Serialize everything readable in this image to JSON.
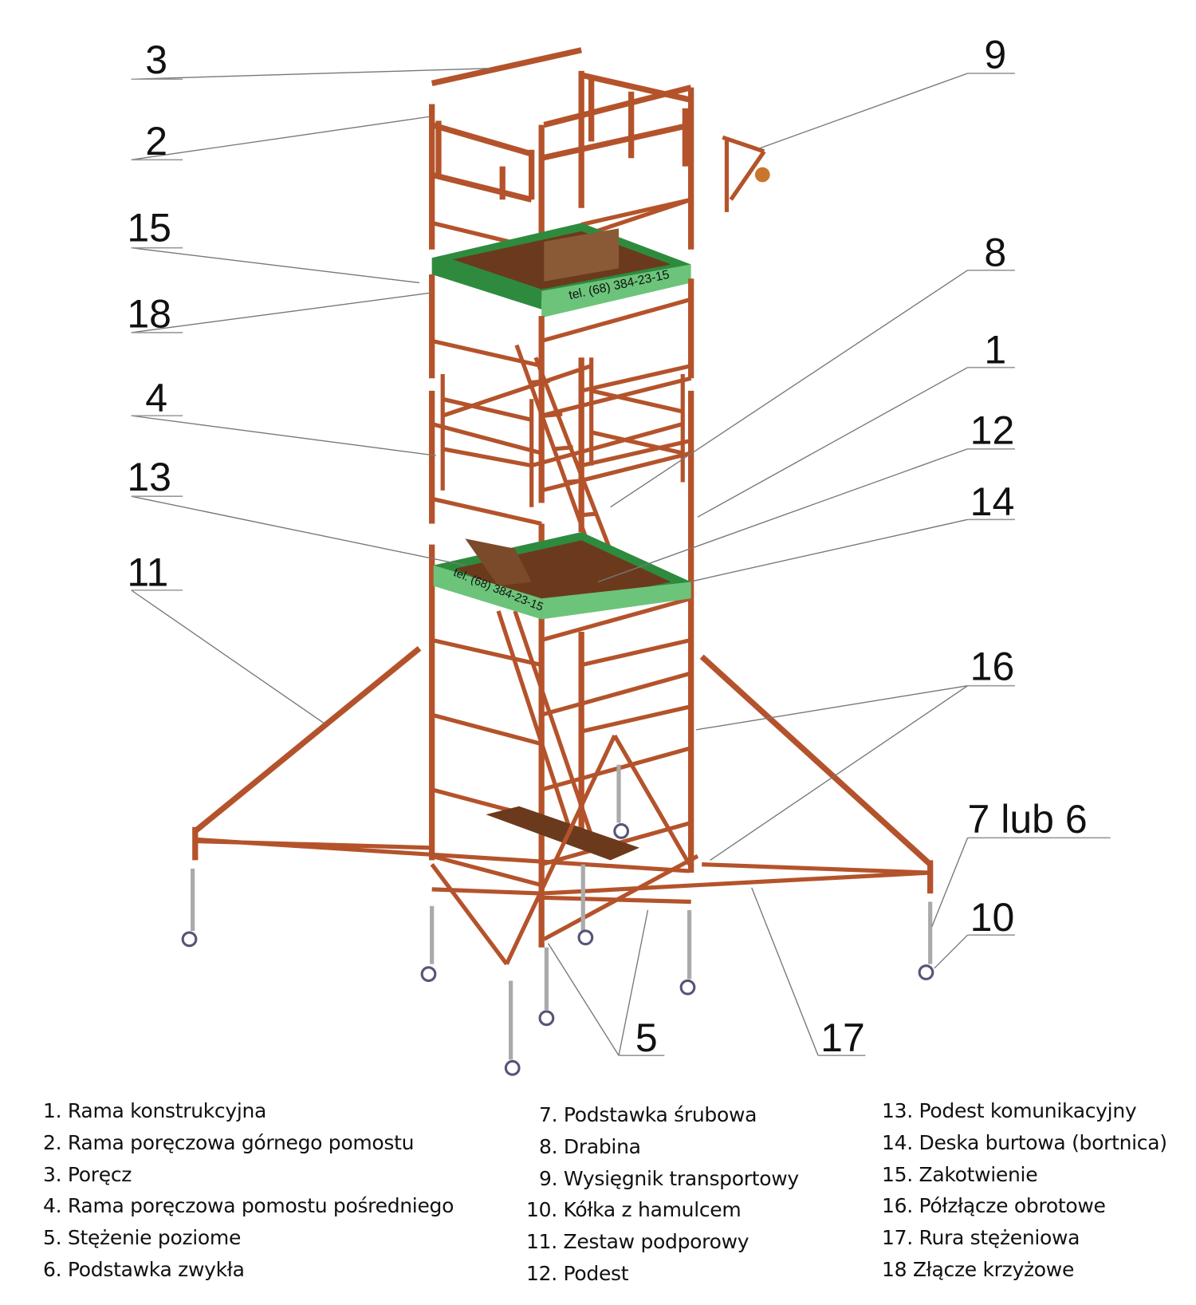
{
  "callouts": {
    "c3": "3",
    "c2": "2",
    "c15": "15",
    "c18": "18",
    "c4": "4",
    "c13": "13",
    "c11": "11",
    "c9": "9",
    "c8": "8",
    "c1": "1",
    "c12": "12",
    "c14": "14",
    "c16": "16",
    "c7or6": "7 lub 6",
    "c10": "10",
    "c5": "5",
    "c17": "17"
  },
  "platform_text": "tel. (68) 384-23-15",
  "legend": {
    "col1": [
      "1. Rama konstrukcyjna",
      "2. Rama poręczowa górnego  pomostu",
      "3. Poręcz",
      "4. Rama poręczowa pomostu  pośredniego",
      "5. Stężenie poziome",
      "6. Podstawka zwykła"
    ],
    "col2": [
      "7. Podstawka śrubowa",
      "8. Drabina",
      "9. Wysięgnik transportowy",
      "10. Kółka z hamulcem",
      "11. Zestaw podporowy",
      "12. Podest"
    ],
    "col3": [
      "13. Podest komunikacyjny",
      "14. Deska burtowa (bortnica)",
      "15. Zakotwienie",
      "16. Półzłącze obrotowe",
      "17. Rura stężeniowa",
      "18 Złącze krzyżowe"
    ]
  },
  "colors": {
    "pipe": "#b4532b",
    "board": "#2e8b3e",
    "board_light": "#6cc47a",
    "deck": "#6b3a1c"
  }
}
